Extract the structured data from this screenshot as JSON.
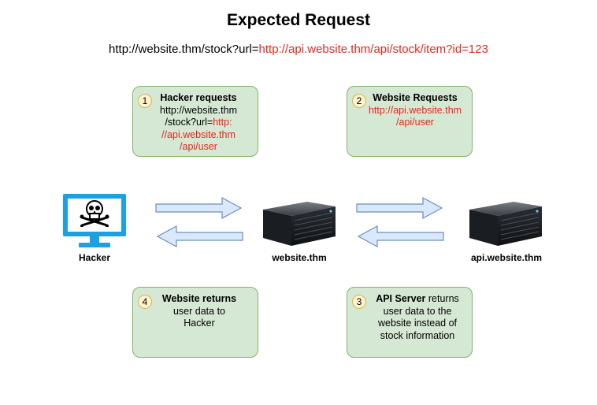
{
  "title": "Expected Request",
  "url": {
    "prefix": "http://website.thm/stock?url=",
    "highlight": "http://api.website.thm/api/stock/item?id=123"
  },
  "steps": [
    {
      "number": "1",
      "heading": "Hacker requests",
      "line1": "http://website.thm",
      "line2_plain": "/stock?url=",
      "line2_red": "http:",
      "line3": "//api.website.thm",
      "line4": "/api/user"
    },
    {
      "number": "2",
      "heading": "Website Requests",
      "line1": "http://api.website.thm",
      "line2": "/api/user"
    },
    {
      "number": "3",
      "heading_bold": "API Server",
      "heading_rest": " returns",
      "line1": "user data to the",
      "line2": "website instead of",
      "line3": "stock information"
    },
    {
      "number": "4",
      "heading": "Website returns",
      "line1": "user data to",
      "line2": "Hacker"
    }
  ],
  "nodes": {
    "hacker": "Hacker",
    "website": "website.thm",
    "api": "api.website.thm"
  },
  "colors": {
    "box_fill": "#d5e8d4",
    "box_border": "#82b366",
    "badge_fill": "#fff2cc",
    "arrow_fill": "#dae8fc",
    "arrow_stroke": "#6c8ebf",
    "highlight_red": "#e0291e",
    "monitor_blue": "#1ba1e2"
  }
}
